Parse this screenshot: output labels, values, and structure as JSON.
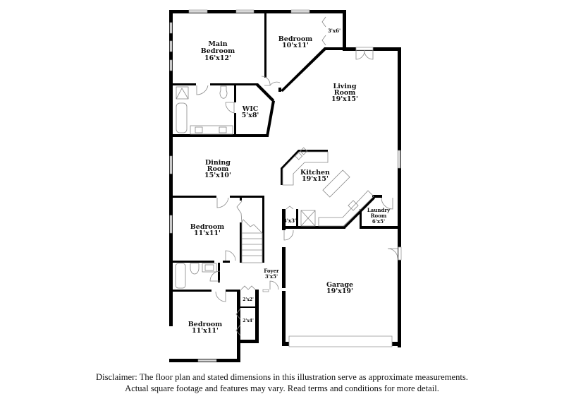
{
  "floor_plan": {
    "rooms": [
      {
        "id": "main-bedroom",
        "name_line1": "Main",
        "name_line2": "Bedroom",
        "dims": "16'x12'"
      },
      {
        "id": "bedroom-ne",
        "name_line1": "Bedroom",
        "dims": "10'x11'"
      },
      {
        "id": "closet-ne",
        "dims": "3'x6'"
      },
      {
        "id": "living-room",
        "name_line1": "Living",
        "name_line2": "Room",
        "dims": "19'x15'"
      },
      {
        "id": "wic",
        "name_line1": "WIC",
        "dims": "5'x8'"
      },
      {
        "id": "dining-room",
        "name_line1": "Dining",
        "name_line2": "Room",
        "dims": "15'x10'"
      },
      {
        "id": "kitchen",
        "name_line1": "Kitchen",
        "dims": "19'x15'"
      },
      {
        "id": "pantry",
        "dims": "3'x3'"
      },
      {
        "id": "laundry-room",
        "name_line1": "Laundry",
        "name_line2": "Room",
        "dims": "6'x5'"
      },
      {
        "id": "bedroom-mid",
        "name_line1": "Bedroom",
        "dims": "11'x11'"
      },
      {
        "id": "foyer",
        "name_line1": "Foyer",
        "dims": "3'x5'"
      },
      {
        "id": "closet-2x2",
        "dims": "2'x2'"
      },
      {
        "id": "closet-2x4",
        "dims": "2'x4'"
      },
      {
        "id": "garage",
        "name_line1": "Garage",
        "dims": "19'x19'"
      },
      {
        "id": "bedroom-sw",
        "name_line1": "Bedroom",
        "dims": "11'x11'"
      }
    ]
  },
  "disclaimer": {
    "line1": "Disclaimer: The floor plan and stated dimensions in this illustration serve as approximate measurements.",
    "line2": "Actual square footage and features may vary. Read terms and conditions for more detail."
  }
}
